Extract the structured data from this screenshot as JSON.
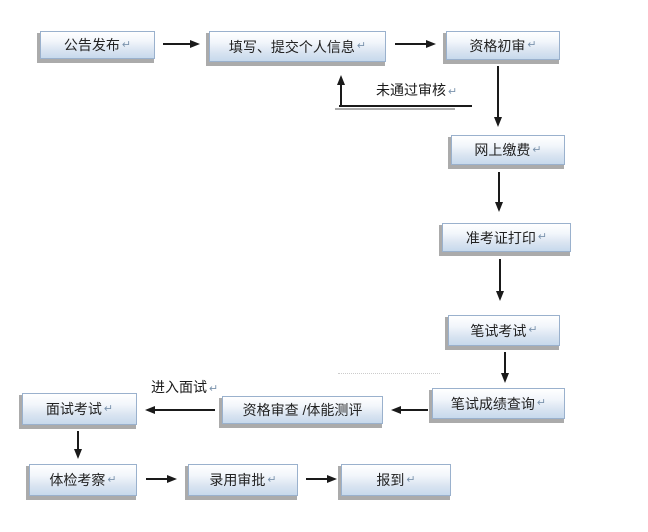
{
  "diagram": {
    "type": "flowchart",
    "pmark": "↵",
    "nodes": [
      {
        "id": "announcement",
        "label": "公告发布"
      },
      {
        "id": "fill-submit-info",
        "label": "填写、提交个人信息"
      },
      {
        "id": "initial-qualification-review",
        "label": "资格初审"
      },
      {
        "id": "online-payment",
        "label": "网上缴费"
      },
      {
        "id": "admission-ticket-print",
        "label": "准考证打印"
      },
      {
        "id": "written-exam",
        "label": "笔试考试"
      },
      {
        "id": "written-score-query",
        "label": "笔试成绩查询"
      },
      {
        "id": "qualification-recheck-fitness-test",
        "label": "资格审查 /体能测评"
      },
      {
        "id": "interview-exam",
        "label": "面试考试"
      },
      {
        "id": "physical-exam-inspection",
        "label": "体检考察"
      },
      {
        "id": "employment-approval",
        "label": "录用审批"
      },
      {
        "id": "report-for-duty",
        "label": "报到"
      }
    ],
    "edge_labels": [
      {
        "id": "reject",
        "label": "未通过审核"
      },
      {
        "id": "enter-interview",
        "label": "进入面试"
      }
    ],
    "flow": [
      "公告发布 → 填写、提交个人信息 → 资格初审 → 网上缴费 → 准考证打印 → 笔试考试 → 笔试成绩查询 → 资格审查 /体能测评 → 面试考试 → 体检考察 → 录用审批 → 报到",
      "资格初审 —未通过审核→ 填写、提交个人信息",
      "资格审查 /体能测评 —进入面试→ 面试考试"
    ],
    "colors": {
      "node_fill_top": "#ffffff",
      "node_fill_bottom": "#c7d9ec",
      "node_border": "#9ab1cd",
      "node_shadow": "#ababab",
      "arrow": "#1a1a1a",
      "paragraph_mark": "#7b93ad",
      "background": "#ffffff"
    }
  }
}
